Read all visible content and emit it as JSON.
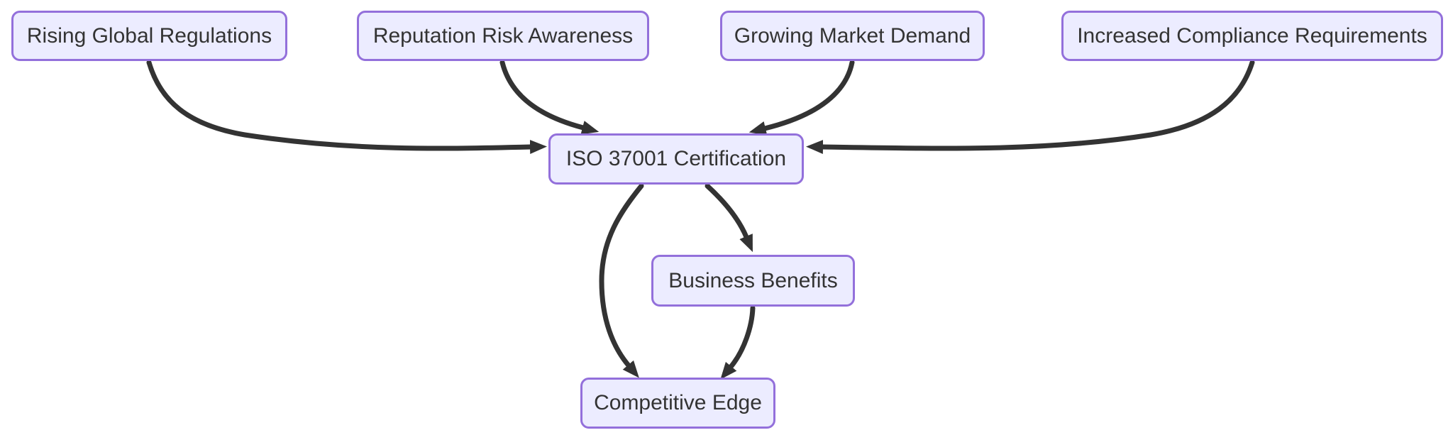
{
  "diagram": {
    "type": "flowchart",
    "direction": "top-down",
    "nodes": [
      {
        "id": "rising-global-regulations",
        "label": "Rising Global Regulations"
      },
      {
        "id": "reputation-risk-awareness",
        "label": "Reputation Risk Awareness"
      },
      {
        "id": "growing-market-demand",
        "label": "Growing Market Demand"
      },
      {
        "id": "increased-compliance-requirements",
        "label": "Increased Compliance Requirements"
      },
      {
        "id": "iso-37001-certification",
        "label": "ISO 37001 Certification"
      },
      {
        "id": "business-benefits",
        "label": "Business Benefits"
      },
      {
        "id": "competitive-edge",
        "label": "Competitive Edge"
      }
    ],
    "edges": [
      {
        "from": "Rising Global Regulations",
        "to": "ISO 37001 Certification"
      },
      {
        "from": "Reputation Risk Awareness",
        "to": "ISO 37001 Certification"
      },
      {
        "from": "Growing Market Demand",
        "to": "ISO 37001 Certification"
      },
      {
        "from": "Increased Compliance Requirements",
        "to": "ISO 37001 Certification"
      },
      {
        "from": "ISO 37001 Certification",
        "to": "Business Benefits"
      },
      {
        "from": "ISO 37001 Certification",
        "to": "Competitive Edge"
      },
      {
        "from": "Business Benefits",
        "to": "Competitive Edge"
      }
    ],
    "colors": {
      "node_fill": "#ECECFF",
      "node_border": "#9370DB",
      "edge_color": "#333333",
      "text_color": "#333333",
      "background": "#FFFFFF"
    }
  }
}
